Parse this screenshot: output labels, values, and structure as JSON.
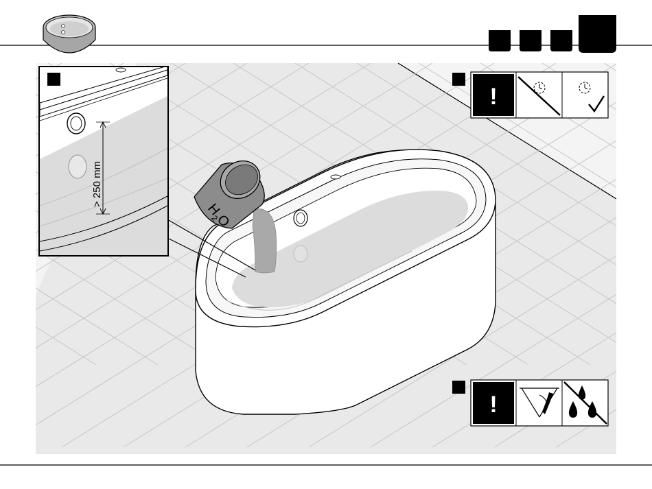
{
  "colors": {
    "ink": "#000000",
    "floor": "#eeeeee",
    "tile_line": "#c8c8c8",
    "water": "#d9d9d9",
    "bucket": "#8c8c8c",
    "pour": "#a9a9a9",
    "paper": "#ffffff"
  },
  "detail": {
    "dimension_label": "> 250 mm"
  },
  "bucket": {
    "label_main": "H",
    "label_sub": "2",
    "label_end": "O"
  },
  "warning_panel_top": {
    "symbol": "!",
    "icons": [
      "caution-icon",
      "clock-crossed-icon",
      "clock-check-icon"
    ]
  },
  "warning_panel_bottom": {
    "symbol": "!",
    "icons": [
      "caution-icon",
      "surface-protection-icon",
      "no-drip-water-icon"
    ]
  },
  "progress_steps": [
    "step-1",
    "step-2",
    "step-3",
    "step-4-active"
  ]
}
